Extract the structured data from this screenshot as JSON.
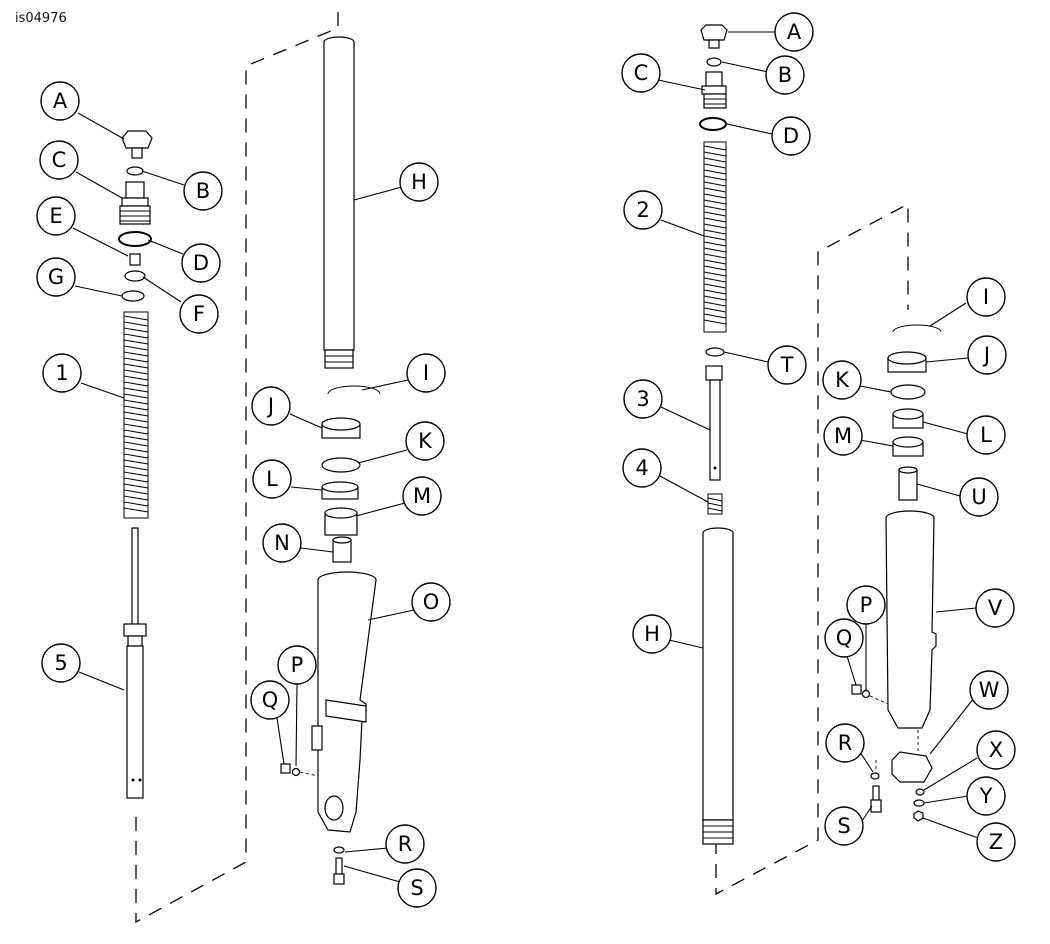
{
  "figure_id": "is04976",
  "callouts": {
    "A": "A",
    "B": "B",
    "C": "C",
    "D": "D",
    "E": "E",
    "F": "F",
    "G": "G",
    "H": "H",
    "I": "I",
    "J": "J",
    "K": "K",
    "L": "L",
    "M": "M",
    "N": "N",
    "O": "O",
    "P": "P",
    "Q": "Q",
    "R": "R",
    "S": "S",
    "T": "T",
    "U": "U",
    "V": "V",
    "W": "W",
    "X": "X",
    "Y": "Y",
    "Z": "Z",
    "n1": "1",
    "n2": "2",
    "n3": "3",
    "n4": "4",
    "n5": "5"
  }
}
